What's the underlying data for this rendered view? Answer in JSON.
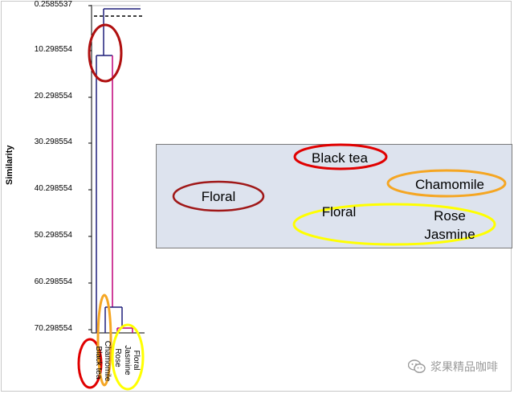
{
  "axis": {
    "ylabel": "Similarity",
    "ticks": [
      "0.2585537",
      "10.298554",
      "20.298554",
      "30.298554",
      "40.298554",
      "50.298554",
      "60.298554",
      "70.298554"
    ],
    "ymin": 0.2585537,
    "ymax": 70.298554
  },
  "dendrogram": {
    "leaves": [
      "Black tea",
      "Chamomile",
      "Rose",
      "Floral Jasmine"
    ],
    "merges": [
      {
        "between": [
          "Floral Jasmine",
          "Rose"
        ],
        "similarity": 70.3
      },
      {
        "between": [
          "Chamomile",
          "Rose + Floral Jasmine"
        ],
        "similarity": 66.0
      },
      {
        "between": [
          "Black tea",
          "others"
        ],
        "similarity": 11.3
      }
    ],
    "cutoff_similarity": 2.3
  },
  "table": {
    "left_label": "Floral",
    "top_right": "Black tea",
    "middle_label": "Floral",
    "right_top": "Chamomile",
    "right_bottom_line1": "Rose",
    "right_bottom_line2": "Jasmine"
  },
  "colors": {
    "red": "#c00000",
    "darkred": "#a01818",
    "orange": "#f5a623",
    "yellow": "#ffff00",
    "navy": "#1f1f7a",
    "magenta": "#c0007a"
  },
  "watermark": {
    "text": "浆果精品咖啡",
    "icon": "wechat-icon"
  }
}
